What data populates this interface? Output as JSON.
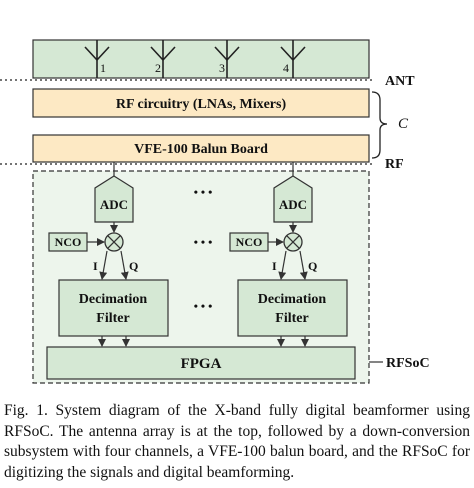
{
  "diagram": {
    "antenna_labels": [
      "1",
      "2",
      "3",
      "4"
    ],
    "side_labels": {
      "ant": "ANT",
      "c": "C",
      "rf": "RF",
      "rfsoc": "RFSoC"
    },
    "blocks": {
      "rf_circuitry": "RF circuitry (LNAs, Mixers)",
      "balun": "VFE-100 Balun Board",
      "adc": "ADC",
      "nco": "NCO",
      "decimation_line1": "Decimation",
      "decimation_line2": "Filter",
      "fpga": "FPGA"
    },
    "iq_labels": {
      "i": "I",
      "q": "Q"
    },
    "ellipsis": "• • •",
    "colors": {
      "fill": "#d5e8d4",
      "stroke": "#333333",
      "rf_fill": "#fde9c4"
    }
  },
  "caption": {
    "text": "Fig. 1. System diagram of the X-band fully digital beamformer using RFSoC. The antenna array is at the top, followed by a down-conversion subsystem with four channels, a VFE-100 balun board, and the RFSoC for digitizing the signals and digital beamforming."
  }
}
